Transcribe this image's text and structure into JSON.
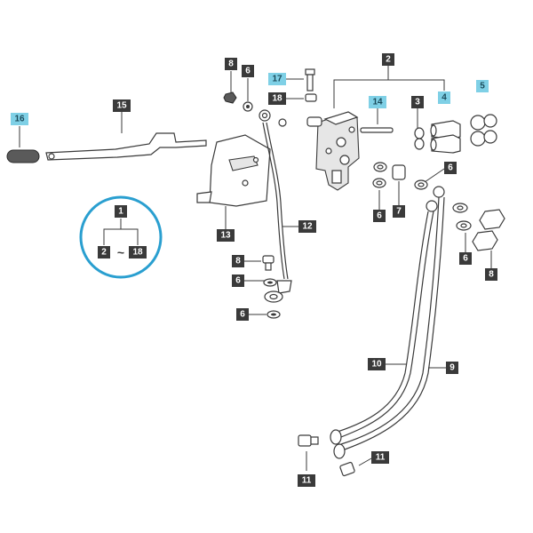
{
  "colors": {
    "tag_dark": "#3a3a3a",
    "tag_highlight": "#7fd0e6",
    "kit_circle": "#2a9fd0",
    "line": "#3a3a3a"
  },
  "kit": {
    "number": "1",
    "range_from": "2",
    "range_sep": "~",
    "range_to": "18"
  },
  "callouts": [
    {
      "id": "c8a",
      "label": "8",
      "highlight": false
    },
    {
      "id": "c6a",
      "label": "6",
      "highlight": false
    },
    {
      "id": "c17",
      "label": "17",
      "highlight": true
    },
    {
      "id": "c18",
      "label": "18",
      "highlight": false
    },
    {
      "id": "c2",
      "label": "2",
      "highlight": false
    },
    {
      "id": "c14",
      "label": "14",
      "highlight": true
    },
    {
      "id": "c3",
      "label": "3",
      "highlight": false
    },
    {
      "id": "c4",
      "label": "4",
      "highlight": true
    },
    {
      "id": "c5",
      "label": "5",
      "highlight": true
    },
    {
      "id": "c16",
      "label": "16",
      "highlight": true
    },
    {
      "id": "c15",
      "label": "15",
      "highlight": false
    },
    {
      "id": "c6b",
      "label": "6",
      "highlight": false
    },
    {
      "id": "c6c",
      "label": "6",
      "highlight": false
    },
    {
      "id": "c7",
      "label": "7",
      "highlight": false
    },
    {
      "id": "c13",
      "label": "13",
      "highlight": false
    },
    {
      "id": "c12",
      "label": "12",
      "highlight": false
    },
    {
      "id": "c6d",
      "label": "6",
      "highlight": false
    },
    {
      "id": "c8b",
      "label": "8",
      "highlight": false
    },
    {
      "id": "c8c",
      "label": "8",
      "highlight": false
    },
    {
      "id": "c6e",
      "label": "6",
      "highlight": false
    },
    {
      "id": "c6f",
      "label": "6",
      "highlight": false
    },
    {
      "id": "c10",
      "label": "10",
      "highlight": false
    },
    {
      "id": "c9",
      "label": "9",
      "highlight": false
    },
    {
      "id": "c11a",
      "label": "11",
      "highlight": false
    },
    {
      "id": "c11b",
      "label": "11",
      "highlight": false
    }
  ]
}
